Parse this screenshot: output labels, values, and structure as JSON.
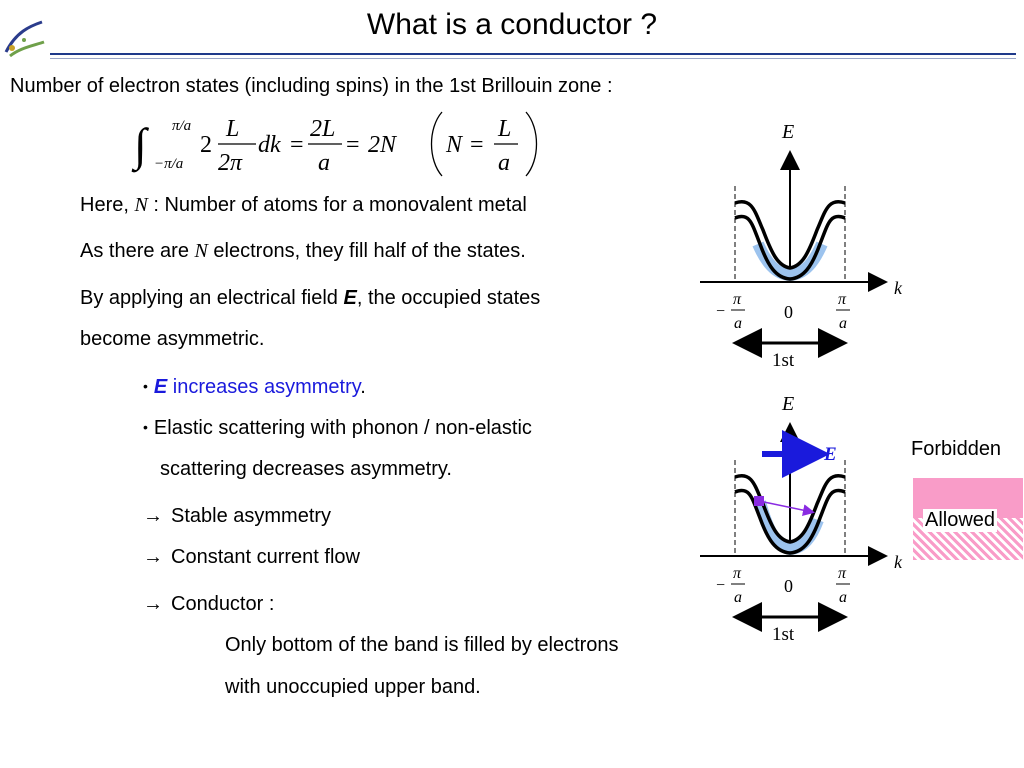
{
  "title": "What is a conductor ?",
  "intro": "Number of electron states (including spins) in the 1st Brillouin zone :",
  "equation": {
    "upper_limit": "π/a",
    "lower_limit": "−π/a",
    "factor": "2",
    "frac1_num": "L",
    "frac1_den": "2π",
    "dk": "dk",
    "eq": "=",
    "frac2_num": "2L",
    "frac2_den": "a",
    "result": "2N",
    "paren_lhs": "N",
    "frac3_num": "L",
    "frac3_den": "a"
  },
  "para": {
    "here_a": "Here, ",
    "here_n": "N",
    "here_b": " : Number of atoms for a monovalent metal",
    "as_a": "As there are ",
    "as_n": "N",
    "as_b": " electrons, they fill half of the states.",
    "by_a": "By applying an electrical field ",
    "by_e": "E",
    "by_b": ", the occupied states",
    "become": "become asymmetric."
  },
  "bullets": {
    "b1_e": "E",
    "b1_rest": " increases asymmetry",
    "b1_dot": ".",
    "b2_line1": "Elastic scattering with phonon / non-elastic",
    "b2_line2": "scattering decreases asymmetry."
  },
  "arrows": {
    "glyph": "→",
    "stable": "Stable asymmetry",
    "constant": "Constant current flow",
    "conductor": "Conductor :"
  },
  "conclusion": {
    "line1": "Only bottom of the band is filled by electrons",
    "line2": "with unoccupied upper band."
  },
  "diagram": {
    "energy_label": "E",
    "k_label": "k",
    "zero": "0",
    "pi": "π",
    "a": "a",
    "minus": "−",
    "zone_label": "1st",
    "field_label": "E"
  },
  "legend": {
    "forbidden": "Forbidden",
    "allowed": "Allowed"
  },
  "colors": {
    "title_rule": "#1f3a8a",
    "occupied": "#9cc3ee",
    "field_arrow": "#1a1adc",
    "scatter_arrow": "#8a2be2",
    "forbidden": "#f99cc8"
  }
}
